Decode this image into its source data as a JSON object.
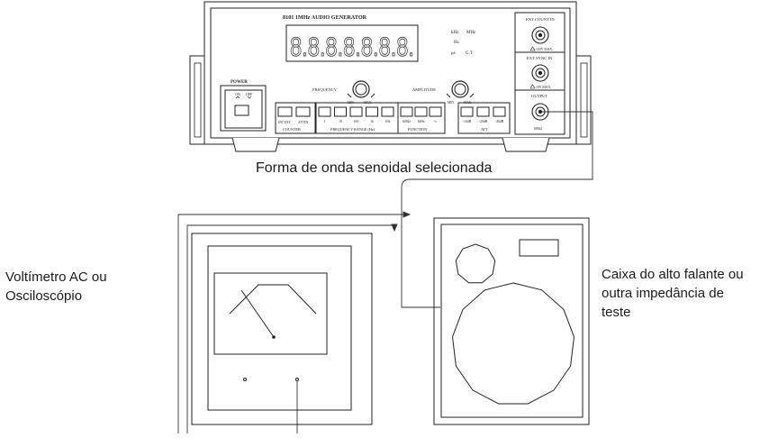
{
  "generator": {
    "model_title": "8101   1MHz AUDIO GENERATOR",
    "display_digits": "8.8.8.8.8.8.8.",
    "unit_labels": {
      "khz": "kHz",
      "mhz": "MHz",
      "hz": "Hz",
      "us": "μs",
      "gt": "G.T"
    },
    "power_label": "POWER",
    "power_on": "ON",
    "power_off": "OFF",
    "frequency_label": "FREQUENCY",
    "amplitude_label": "AMPLITUDE",
    "min_label": "MIN.",
    "max_label": "MAX.",
    "ext_count_in_label": "EXT COUNT IN",
    "ext_count_in_note": "150V MAX.",
    "ext_sync_in_label": "EXT SYNC IN",
    "ext_sync_in_note": "10V MAX.",
    "output_label": "OUTPUT",
    "output_impedance": "600Ω",
    "counter_keys": [
      "INT EXT",
      "ATTEN"
    ],
    "counter_group_label": "COUNTER",
    "range_keys": [
      "1",
      "10",
      "100",
      "1k",
      "10k"
    ],
    "range_group_label": "FREQUENCY RANGE (Hz)",
    "function_keys": [
      "600Ω",
      "1kHz",
      "∿"
    ],
    "function_group_label": "FUNCTION",
    "att_keys": [
      "-10dB",
      "-20dB",
      "-40dB"
    ],
    "att_group_label": "ATT"
  },
  "labels": {
    "waveform_caption": "Forma de onda senoidal selecionada",
    "meter_line1": "Voltímetro AC ou",
    "meter_line2": "Osciloscópio",
    "speaker_line1": "Caixa do alto falante ou",
    "speaker_line2": "outra impedância de",
    "speaker_line3": "teste"
  }
}
